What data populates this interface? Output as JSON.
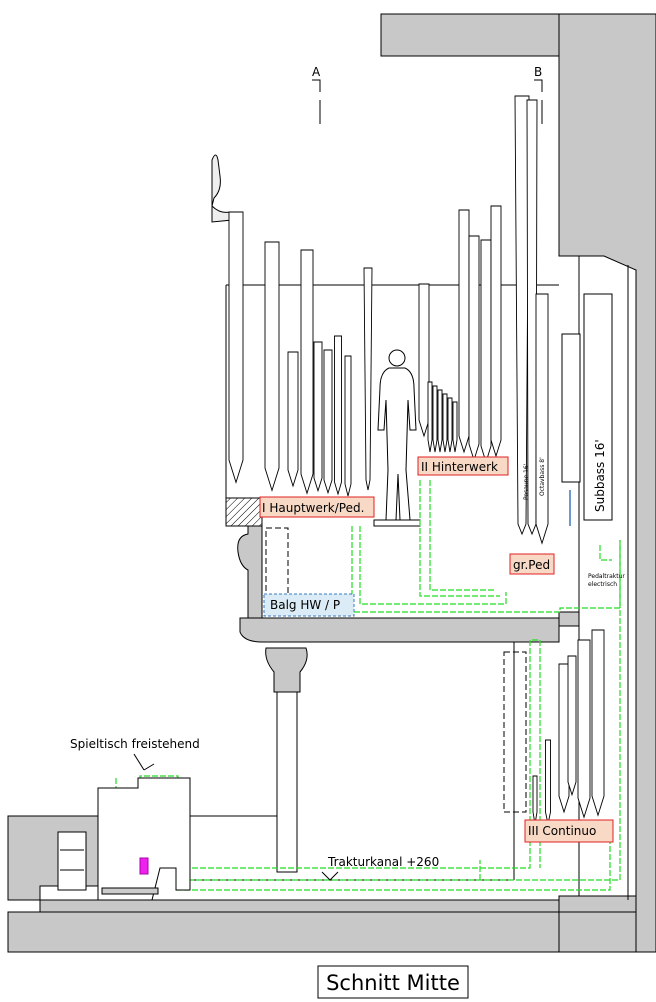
{
  "markers": {
    "a": "A",
    "b": "B"
  },
  "labels": {
    "hauptwerk": "I Hauptwerk/Ped.",
    "hinterwerk": "II Hinterwerk",
    "gr_ped": "gr.Ped",
    "balg": "Balg HW / P",
    "subbass": "Subbass 16'",
    "continuo": "III Continuo",
    "spieltisch": "Spieltisch freistehend",
    "traktur": "Trakturkanal +260",
    "pedaltraktur_1": "Pedaltraktur",
    "pedaltraktur_2": "electrisch",
    "small_a": "Posaune 16'",
    "small_b": "Octavbass 8'"
  },
  "title": "Schnitt Mitte",
  "colors": {
    "wall": "#c8c8c8",
    "line": "#000000",
    "tracker": "#22dd22",
    "label_fill": "#f7d9c6",
    "label_border": "#e02020",
    "balg_fill": "#dcecf7",
    "balg_border": "#3a78c0",
    "magenta": "#ee22ee"
  }
}
